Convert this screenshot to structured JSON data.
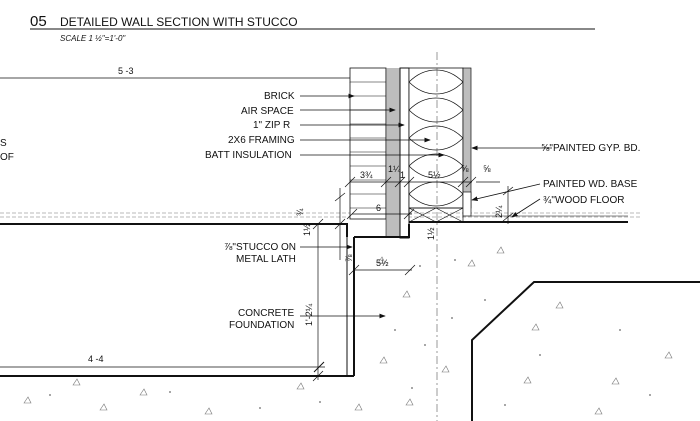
{
  "title": {
    "number": "05",
    "text": "DETAILED WALL SECTION WITH STUCCO",
    "scale": "SCALE 1 ½\"=1'-0\""
  },
  "left_edge_text": [
    "S",
    "OF"
  ],
  "labels": {
    "brick": "BRICK",
    "air_space": "AIR SPACE",
    "zip_r": "1\" ZIP R",
    "framing": "2X6 FRAMING",
    "batt": "BATT INSULATION",
    "stucco_1": "STUCCO ON",
    "stucco_2": "METAL LATH",
    "stucco_frac": "⅞\"",
    "concrete_1": "CONCRETE",
    "concrete_2": "FOUNDATION",
    "gyp": "PAINTED GYP. BD.",
    "gyp_frac": "⅝\"",
    "base": "PAINTED WD. BASE",
    "floor": "WOOD FLOOR",
    "floor_frac": "¾\""
  },
  "dimensions": {
    "top": "5 -3",
    "bottom": "4 -4",
    "brick": "3¾",
    "air": "1¼",
    "zip": "1",
    "stud": "5½",
    "gyp_1": "⅝",
    "gyp_2": "⅝",
    "ledge": "6",
    "small_34": "¾",
    "small_112": "1½",
    "footing": "5½",
    "stucco": "⅞",
    "base_h": "2¼",
    "sill": "1½",
    "found_v": "1'-2¼"
  }
}
